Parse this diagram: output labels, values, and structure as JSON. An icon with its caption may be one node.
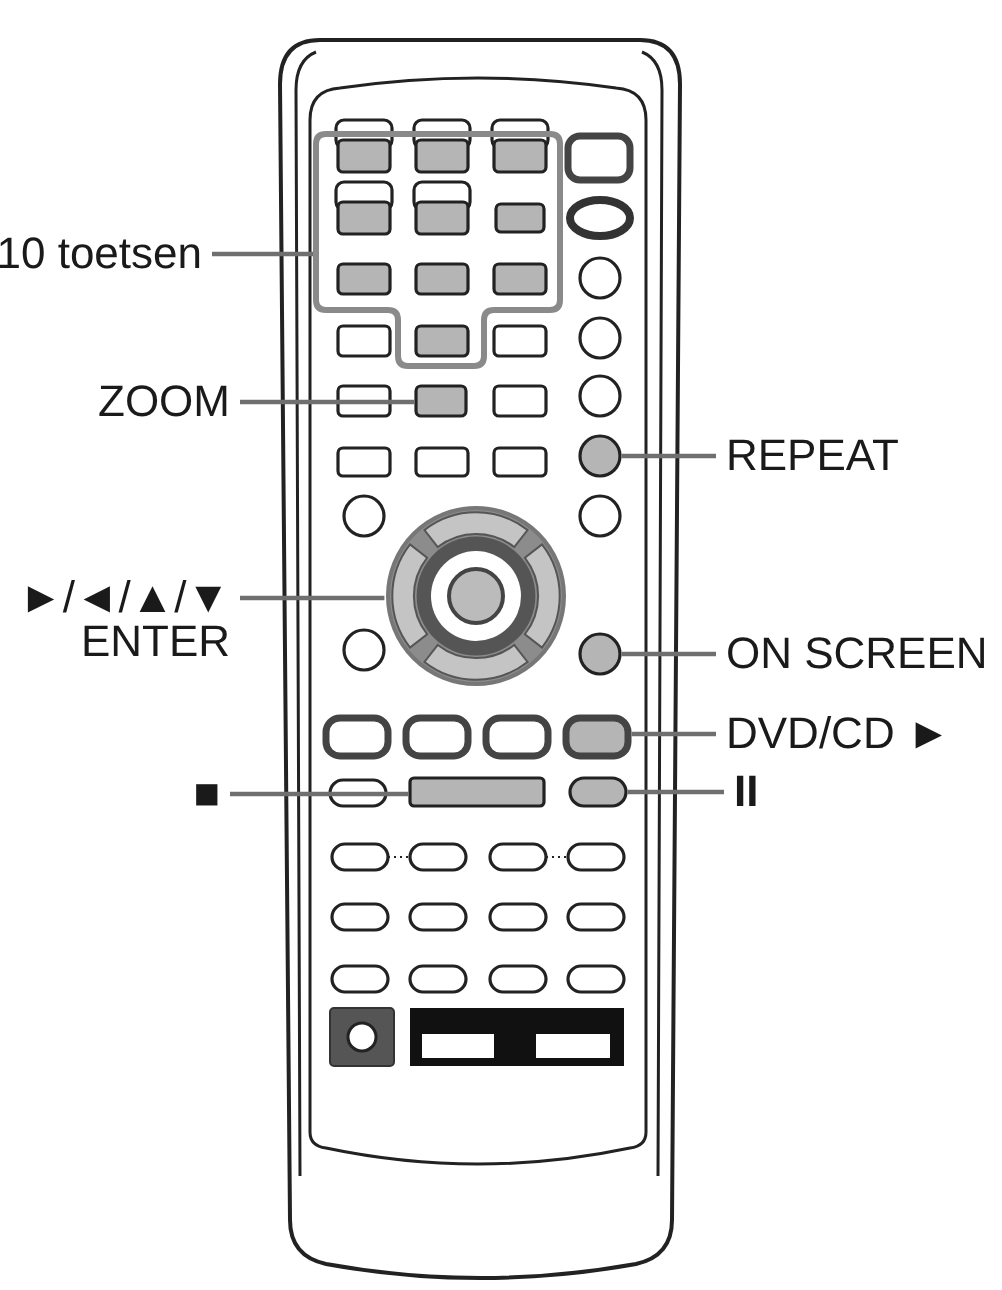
{
  "diagram": {
    "nodes": [
      {
        "text": [
          "10 toetsen"
        ]
      },
      {
        "text": [],
        "shape": "box"
      },
      {
        "text": [
          "ZOOM"
        ]
      },
      {
        "text": [],
        "shape": "box"
      },
      {
        "text": [
          "REPEAT"
        ]
      },
      {
        "text": [],
        "shape": "circle"
      },
      {
        "text": [
          "►/◄/▲/▼ ENTER"
        ]
      },
      {
        "text": [],
        "shape": "circle"
      },
      {
        "text": [
          "ON SCREEN"
        ]
      },
      {
        "text": [],
        "shape": "circle"
      },
      {
        "text": [
          "DVD/CD ►"
        ]
      },
      {
        "text": [],
        "shape": "box"
      },
      {
        "text": [
          "■"
        ]
      },
      {
        "text": [],
        "shape": "bar"
      },
      {
        "text": [
          "II"
        ]
      },
      {
        "text": [],
        "shape": "oval"
      }
    ],
    "edges": [
      {
        "from": 0,
        "to": 1,
        "arrow": "none"
      },
      {
        "from": 2,
        "to": 3,
        "arrow": "none"
      },
      {
        "from": 4,
        "to": 5,
        "arrow": "none"
      },
      {
        "from": 6,
        "to": 7,
        "arrow": "none"
      },
      {
        "from": 8,
        "to": 9,
        "arrow": "none"
      },
      {
        "from": 10,
        "to": 11,
        "arrow": "none"
      },
      {
        "from": 12,
        "to": 13,
        "arrow": "none"
      },
      {
        "from": 14,
        "to": 15,
        "arrow": "none"
      }
    ]
  }
}
